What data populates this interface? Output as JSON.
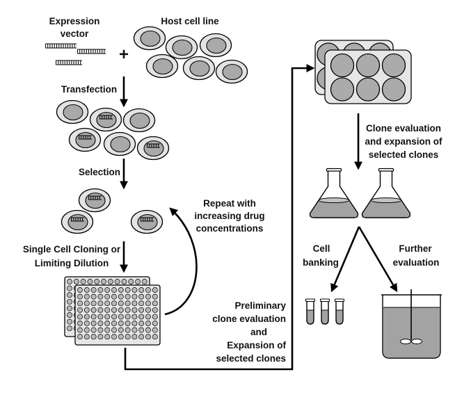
{
  "labels": {
    "expression_vector": [
      "Expression",
      "vector"
    ],
    "plus": "+",
    "host_cell_line": "Host cell line",
    "transfection": "Transfection",
    "selection": "Selection",
    "repeat": [
      "Repeat with",
      "increasing drug",
      "concentrations"
    ],
    "single_cell_cloning": [
      "Single Cell Cloning or",
      "Limiting Dilution"
    ],
    "preliminary": [
      "Preliminary",
      "clone evaluation",
      "and",
      "Expansion of",
      "selected clones"
    ],
    "clone_evaluation": [
      "Clone evaluation",
      "and expansion of",
      "selected clones"
    ],
    "cell_banking": [
      "Cell",
      "banking"
    ],
    "further_evaluation": [
      "Further",
      "evaluation"
    ]
  }
}
